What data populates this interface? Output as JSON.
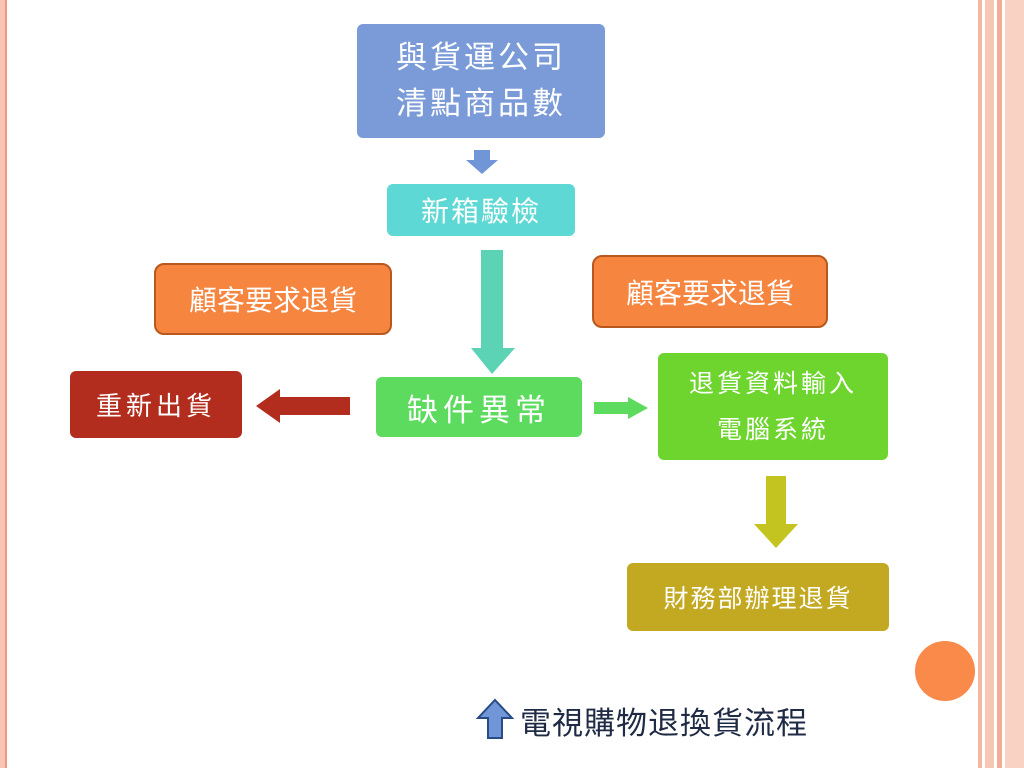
{
  "boxes": {
    "start_line1": "與貨運公司",
    "start_line2": "清點商品數",
    "check": "新箱驗檢",
    "return_left": "顧客要求退貨",
    "return_right": "顧客要求退貨",
    "missing": "缺件異常",
    "reship": "重新出貨",
    "input_line1": "退貨資料輸入",
    "input_line2": "電腦系統",
    "finance": "財務部辦理退貨"
  },
  "caption": "電視購物退換貨流程",
  "icons": {
    "caption_arrow": "up-arrow-icon",
    "decoration": "orange-circle"
  },
  "colors": {
    "start": "#7b9bd8",
    "check": "#5ed8d4",
    "return": "#f5853f",
    "missing": "#5cdb5f",
    "reship": "#b32d1e",
    "input": "#6ed52e",
    "finance": "#c3a921"
  }
}
